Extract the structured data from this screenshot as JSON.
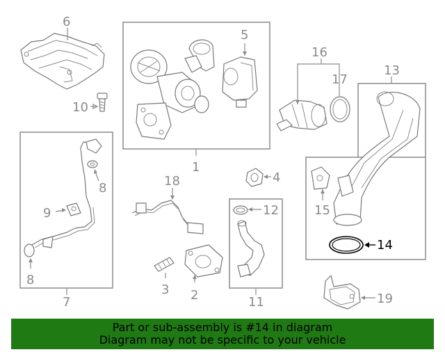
{
  "labels": {
    "p1": "1",
    "p2": "2",
    "p3": "3",
    "p4": "4",
    "p5": "5",
    "p6": "6",
    "p7": "7",
    "p8a": "8",
    "p8b": "8",
    "p9": "9",
    "p10": "10",
    "p11": "11",
    "p12": "12",
    "p13": "13",
    "p14": "14",
    "p15": "15",
    "p16": "16",
    "p17": "17",
    "p18": "18",
    "p19": "19"
  },
  "highlight": {
    "part": "14",
    "color": "#000000"
  },
  "banner": {
    "line1": "Part or sub-assembly is #14 in diagram",
    "line2": "Diagram may not be specific to your vehicle",
    "background": "#207a14"
  },
  "colors": {
    "line": "#8a8a8a",
    "background": "#ffffff"
  }
}
